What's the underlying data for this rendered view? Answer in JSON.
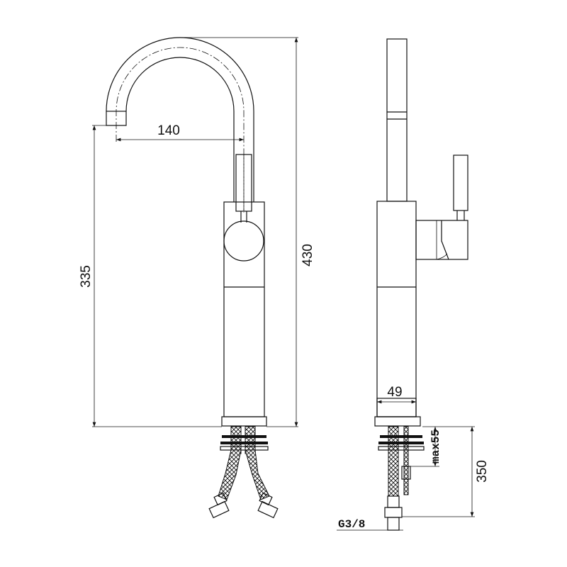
{
  "drawing": {
    "front_view": {
      "dimensions": {
        "spout_reach": "140",
        "spout_height": "335",
        "total_height": "430"
      }
    },
    "side_view": {
      "dimensions": {
        "body_width": "49",
        "max_mounting": "max55",
        "hose_length": "350",
        "thread": "G3/8"
      }
    }
  }
}
